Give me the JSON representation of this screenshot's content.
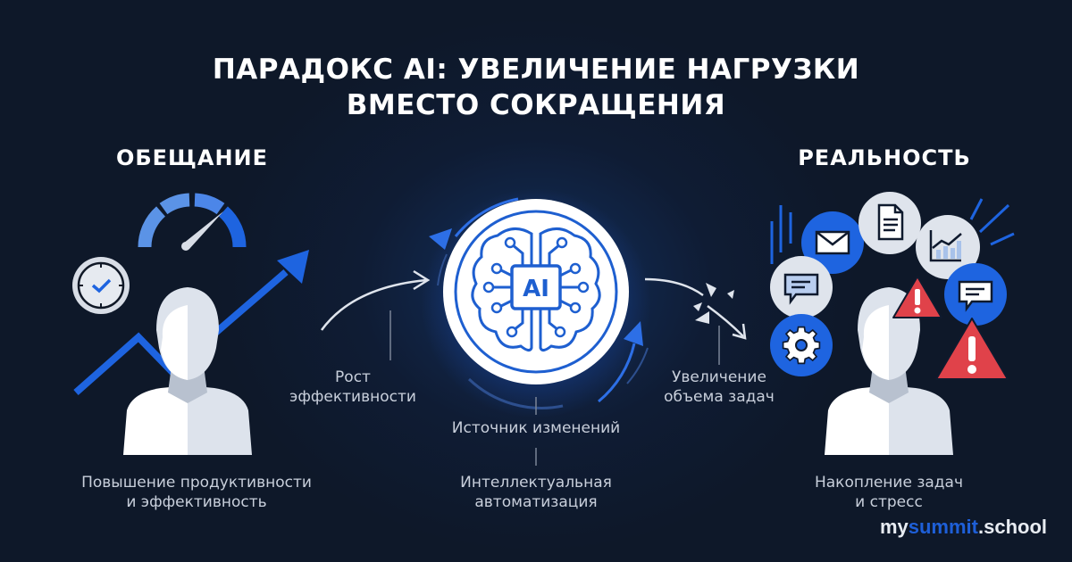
{
  "title": {
    "line1": "ПАРАДОКС AI: УВЕЛИЧЕНИЕ НАГРУЗКИ",
    "line2": "ВМЕСТО СОКРАЩЕНИЯ"
  },
  "left_panel": {
    "heading": "ОБЕЩАНИЕ",
    "caption_line1": "Повышение продуктивности",
    "caption_line2": "и эффективность",
    "icons": [
      "speedometer-icon",
      "clock-check-icon",
      "growth-arrow-icon",
      "person-icon"
    ]
  },
  "center": {
    "badge_text": "AI",
    "left_flow_label_line1": "Рост",
    "left_flow_label_line2": "эффективности",
    "right_flow_label_line1": "Увеличение",
    "right_flow_label_line2": "объема задач",
    "source_label": "Источник изменений",
    "bottom_label_line1": "Интеллектуальная",
    "bottom_label_line2": "автоматизация",
    "icons": [
      "ai-brain-icon",
      "cycle-arrows-icon",
      "burst-arrow-icon"
    ]
  },
  "right_panel": {
    "heading": "РЕАЛЬНОСТЬ",
    "caption_line1": "Накопление задач",
    "caption_line2": "и стресс",
    "icons": [
      "mail-icon",
      "document-icon",
      "chart-icon",
      "chat-icon",
      "chat-icon",
      "gear-icon",
      "warning-icon",
      "warning-icon",
      "person-icon"
    ]
  },
  "brand": {
    "part1": "my",
    "part2": "summit",
    "part3": ".school"
  },
  "colors": {
    "background": "#0f1a2e",
    "accent_blue": "#1e64e0",
    "light_blue": "#5b93e6",
    "silhouette_light": "#dfe5ee",
    "silhouette_white": "#ffffff",
    "warning_red": "#e0424a",
    "text_primary": "#ffffff",
    "text_secondary": "#c8cfdb"
  }
}
